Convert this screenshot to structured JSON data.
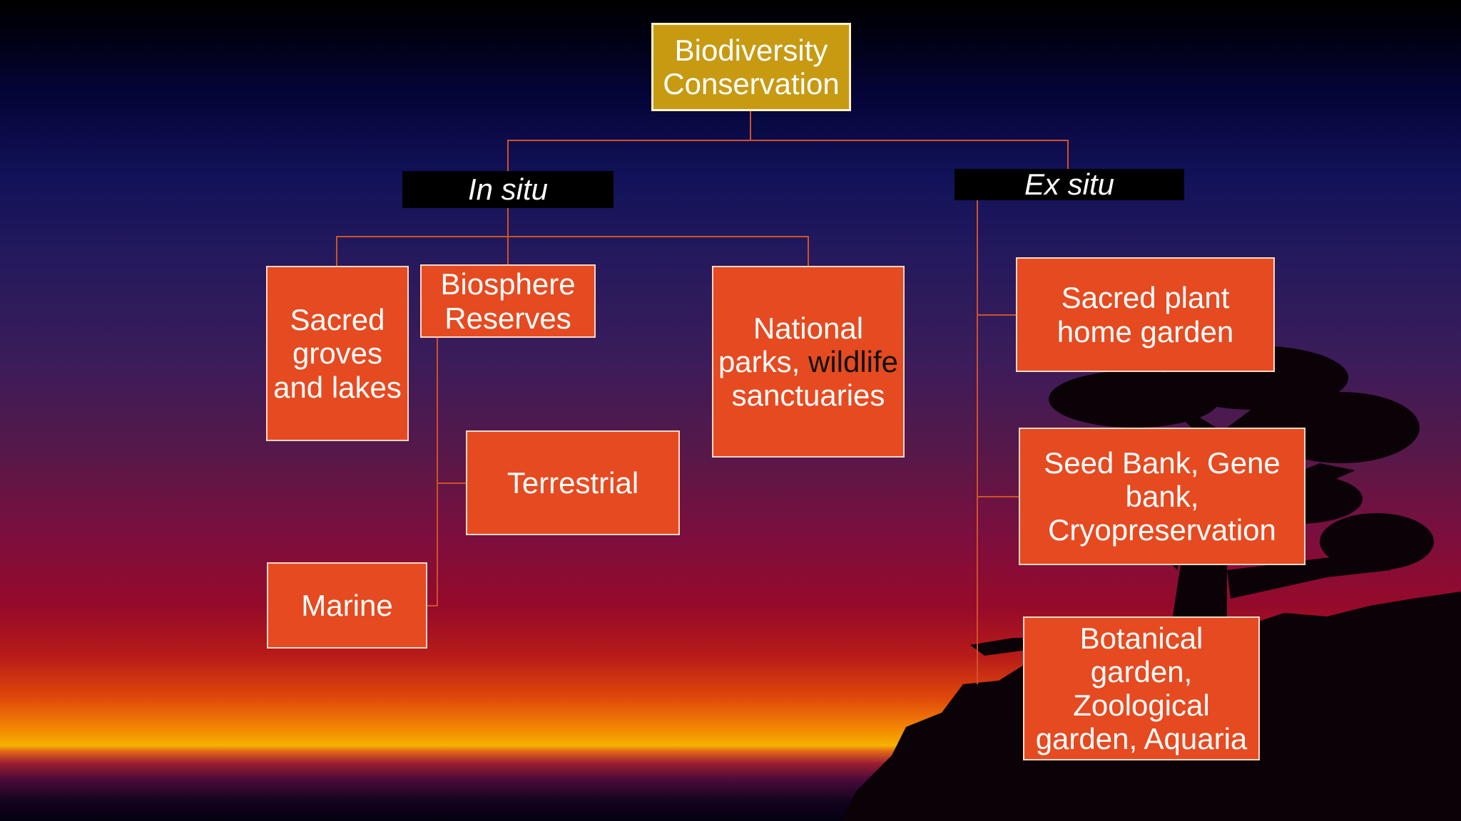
{
  "diagram": {
    "root": "Biodiversity Conservation",
    "branches": {
      "in_situ": "In situ",
      "ex_situ": "Ex situ"
    },
    "in_situ_nodes": {
      "sacred_groves": "Sacred groves and lakes",
      "biosphere_reserves": "Biosphere Reserves",
      "national_parks_a": "National parks, ",
      "national_parks_b": "wildlife",
      "national_parks_c": " sanctuaries",
      "terrestrial": "Terrestrial",
      "marine": "Marine"
    },
    "ex_situ_nodes": {
      "sacred_plant": "Sacred plant home garden",
      "seed_bank": "Seed Bank, Gene bank, Cryopreservation",
      "botanical": "Botanical garden, Zoological garden, Aquaria"
    }
  },
  "colors": {
    "node_fill": "#e64a20",
    "root_fill": "#c79a12",
    "connector": "#d0502a",
    "branch_fill": "#000000"
  }
}
